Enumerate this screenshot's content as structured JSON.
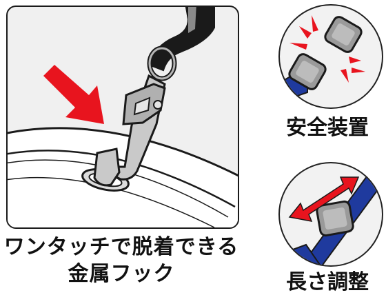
{
  "main_feature": {
    "caption_line1": "ワンタッチで脱着できる",
    "caption_line2": "金属フック",
    "arrow_color": "#e8141e",
    "icon": "metal-hook-icon"
  },
  "features": [
    {
      "label": "安全装置",
      "icon": "safety-breakaway-icon",
      "accent": "#e8141e",
      "strap_color": "#1f3a9e"
    },
    {
      "label": "長さ調整",
      "icon": "length-adjust-icon",
      "accent": "#e8141e",
      "strap_color": "#1f3a9e"
    }
  ]
}
